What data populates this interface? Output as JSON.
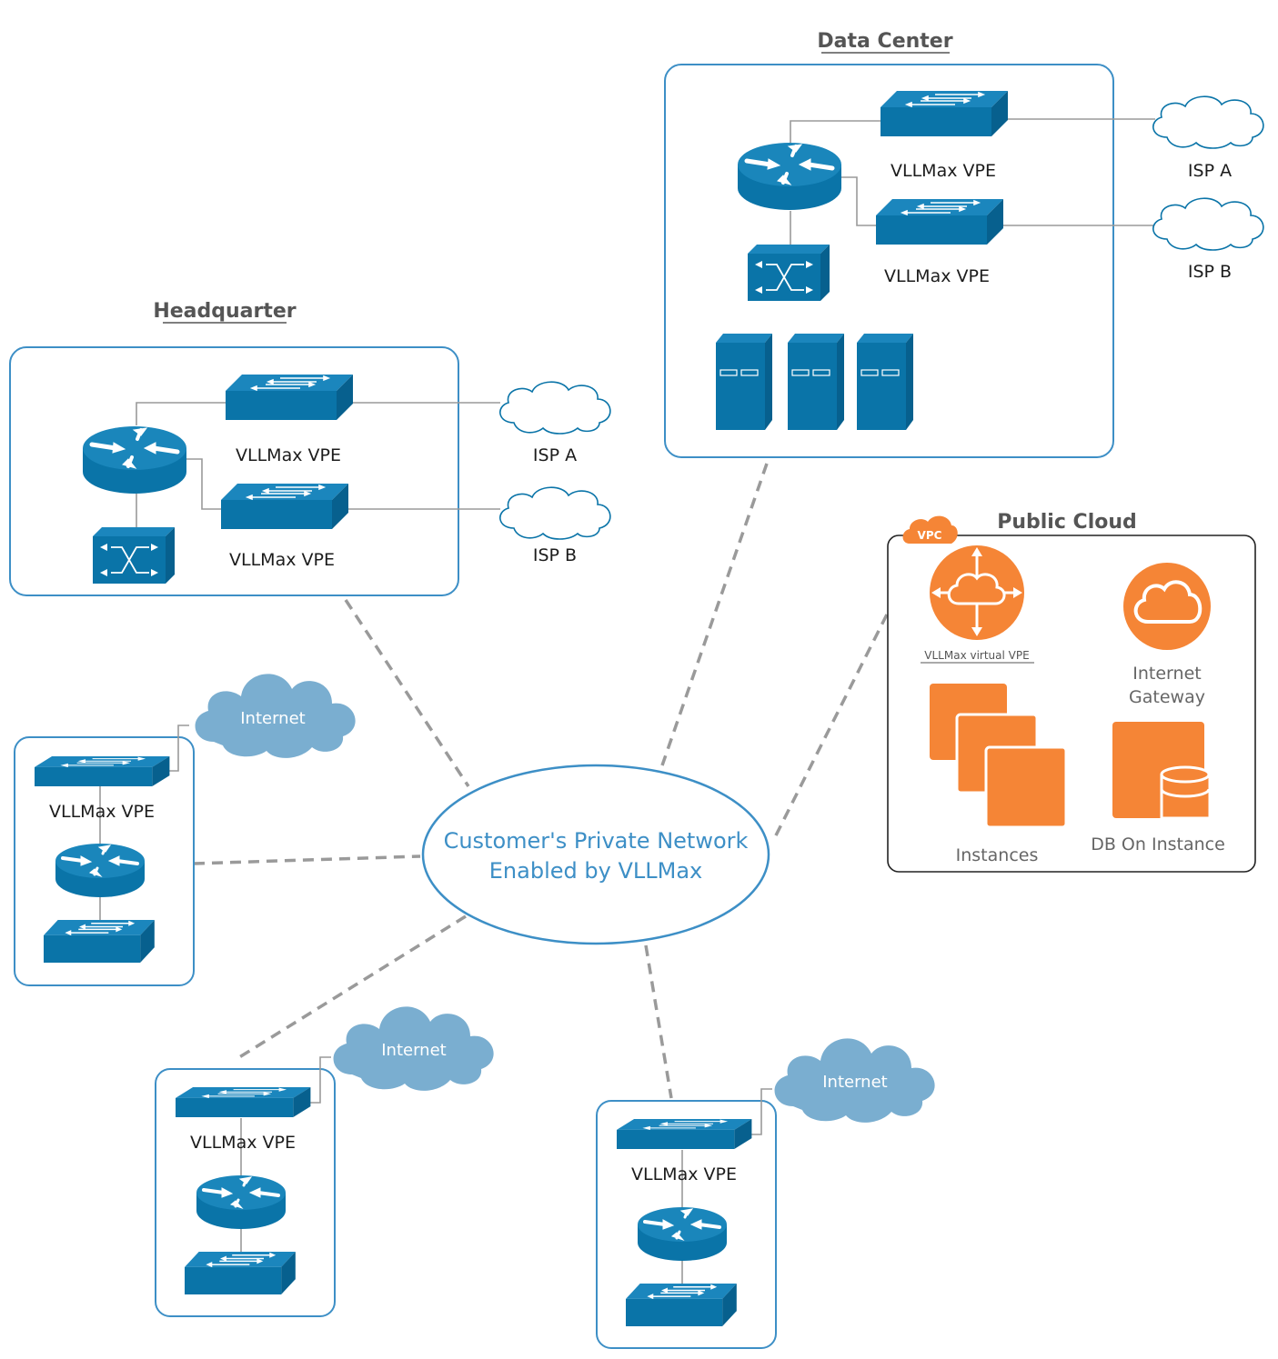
{
  "headquarter": {
    "title": "Headquarter",
    "vpe_top_label": "VLLMax VPE",
    "vpe_bottom_label": "VLLMax VPE",
    "isp_a_label": "ISP A",
    "isp_b_label": "ISP B"
  },
  "data_center": {
    "title": "Data Center",
    "vpe_top_label": "VLLMax VPE",
    "vpe_bottom_label": "VLLMax VPE",
    "isp_a_label": "ISP A",
    "isp_b_label": "ISP B"
  },
  "public_cloud": {
    "title": "Public Cloud",
    "vpc_badge": "VPC",
    "virtual_vpe_label": "VLLMax virtual VPE",
    "gateway_label_line1": "Internet",
    "gateway_label_line2": "Gateway",
    "instances_label": "Instances",
    "db_label": "DB On Instance"
  },
  "center": {
    "line1": "Customer's Private Network",
    "line2": "Enabled by VLLMax"
  },
  "branches": [
    {
      "vpe_label": "VLLMax VPE",
      "internet_label": "Internet"
    },
    {
      "vpe_label": "VLLMax VPE",
      "internet_label": "Internet"
    },
    {
      "vpe_label": "VLLMax VPE",
      "internet_label": "Internet"
    }
  ],
  "colors": {
    "network_blue": "#0a74a8",
    "box_border": "#3d8fc6",
    "cloud_blue": "#7aaed0",
    "aws_orange": "#f58536",
    "dashed": "#9a9a9a",
    "link_grey": "#9a9a9a"
  }
}
